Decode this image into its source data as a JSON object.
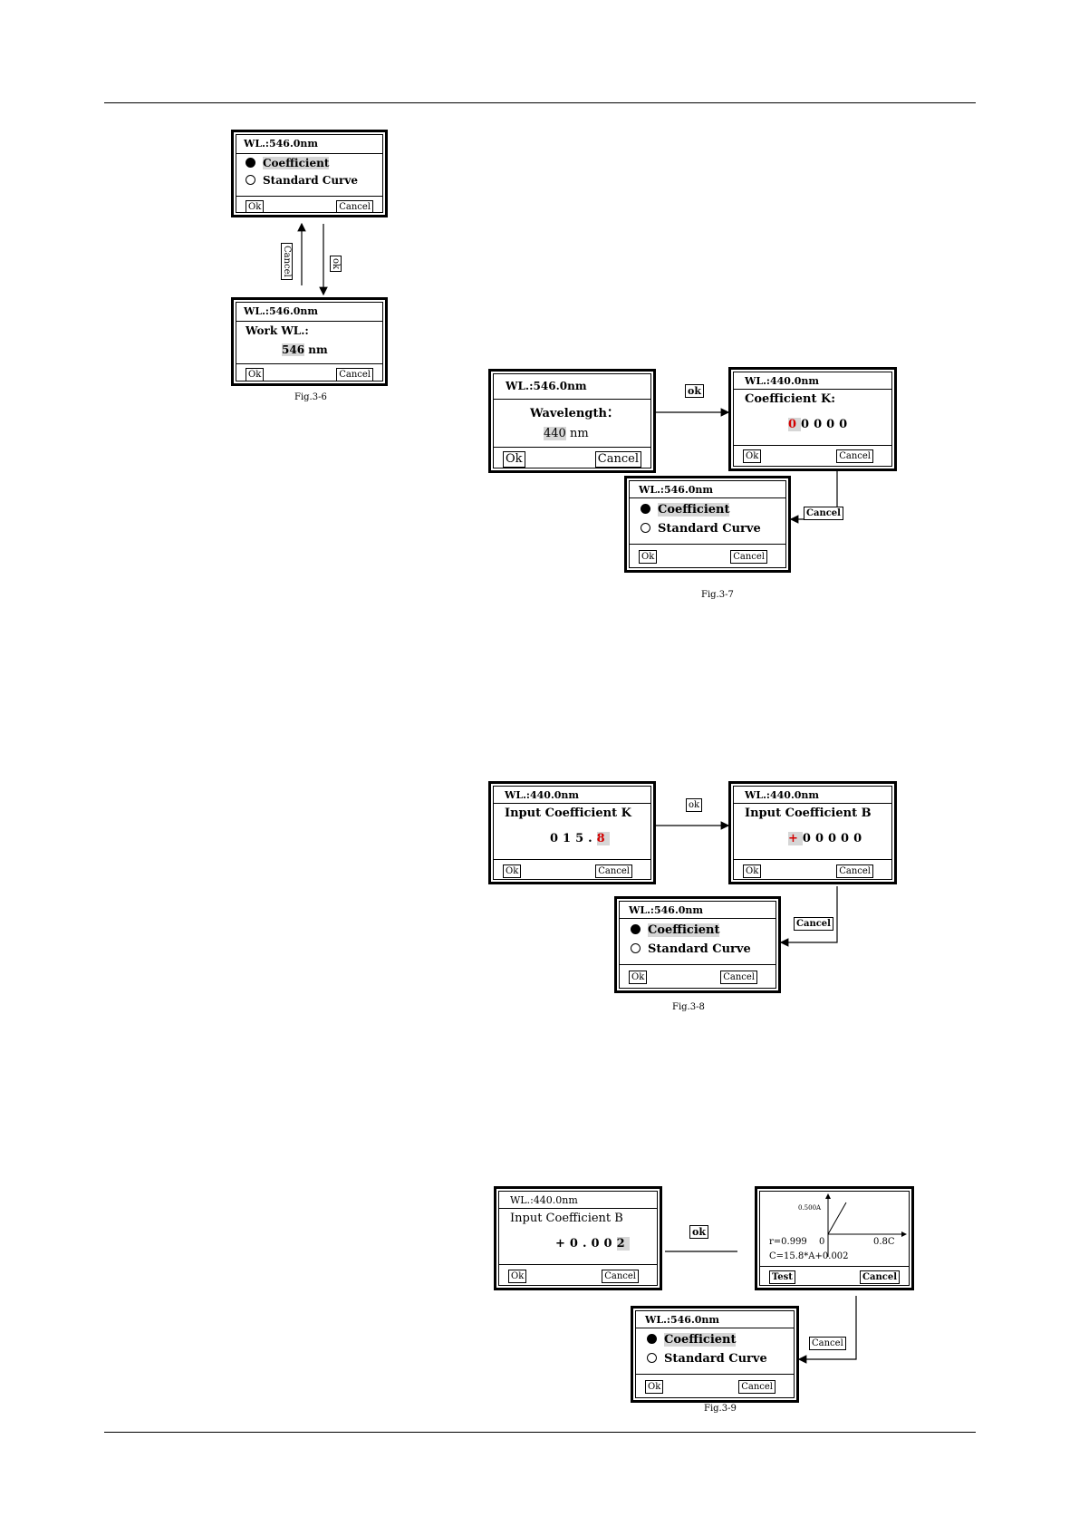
{
  "figures": {
    "fig36": {
      "caption": "Fig.3-6",
      "top_screen": {
        "title": "WL.:546.0nm",
        "opt1": "Coefficient",
        "opt2": "Standard Curve",
        "ok": "Ok",
        "cancel": "Cancel"
      },
      "bottom_screen": {
        "title": "WL.:546.0nm",
        "label": "Work WL.:",
        "value": "546",
        "unit": "nm",
        "ok": "Ok",
        "cancel": "Cancel"
      },
      "arrow_up_label": "Cancel",
      "arrow_down_label": "ok"
    },
    "fig37": {
      "caption": "Fig.3-7",
      "left_screen": {
        "title": "WL.:546.0nm",
        "label": "Wavelength：",
        "value": "440",
        "unit": "nm",
        "ok": "Ok",
        "cancel": "Cancel"
      },
      "right_screen": {
        "title": "WL.:440.0nm",
        "label": "Coefficient K:",
        "first_digit": "0",
        "rest_digits": "0000",
        "ok": "Ok",
        "cancel": "Cancel"
      },
      "bottom_screen": {
        "title": "WL.:546.0nm",
        "opt1": "Coefficient",
        "opt2": "Standard Curve",
        "ok": "Ok",
        "cancel": "Cancel"
      },
      "ok_label": "ok",
      "cancel_label": "Cancel"
    },
    "fig38": {
      "caption": "Fig.3-8",
      "left_screen": {
        "title": "WL.:440.0nm",
        "label": "Input Coefficient K",
        "digits_plain": "015.",
        "digit_red": "8",
        "ok": "Ok",
        "cancel": "Cancel"
      },
      "right_screen": {
        "title": "WL.:440.0nm",
        "label": "Input Coefficient B",
        "sign_red": "+",
        "rest_digits": "00000",
        "ok": "Ok",
        "cancel": "Cancel"
      },
      "bottom_screen": {
        "title": "WL.:546.0nm",
        "opt1": "Coefficient",
        "opt2": "Standard Curve",
        "ok": "Ok",
        "cancel": "Cancel"
      },
      "ok_label": "ok",
      "cancel_label": "Cancel"
    },
    "fig39": {
      "caption": "Fig.3-9",
      "left_screen": {
        "title": "WL.:440.0nm",
        "label": "Input Coefficient B",
        "digits_plain": "+0.00",
        "digit_hl": "2",
        "ok": "Ok",
        "cancel": "Cancel"
      },
      "graph_screen": {
        "y_label": "0.500A",
        "r_value": "r=0.999",
        "origin": "0",
        "x_label": "0.8C",
        "equation": "C=15.8*A+0.002",
        "test": "Test",
        "cancel": "Cancel"
      },
      "bottom_screen": {
        "title": "WL.:546.0nm",
        "opt1": "Coefficient",
        "opt2": "Standard Curve",
        "ok": "Ok",
        "cancel": "Cancel"
      },
      "ok_label": "ok",
      "cancel_label": "Cancel"
    }
  }
}
